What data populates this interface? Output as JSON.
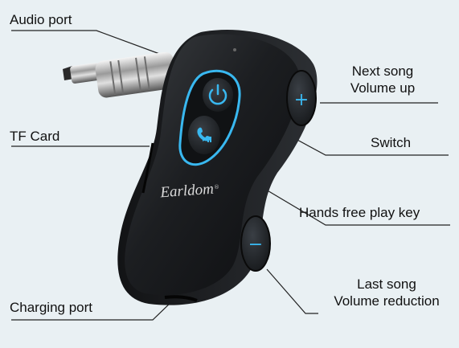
{
  "brand": {
    "logo_text": "Earldom",
    "accent_color": "#39b8f0",
    "body_color": "#1a1c1f"
  },
  "labels": {
    "audio_port": "Audio port",
    "tf_card": "TF Card",
    "charging_port": "Charging port",
    "next_song": "Next song",
    "volume_up": "Volume up",
    "switch": "Switch",
    "hands_free": "Hands free play key",
    "last_song": "Last song",
    "volume_reduction": "Volume reduction"
  },
  "buttons": {
    "plus_symbol": "+",
    "minus_symbol": "−"
  },
  "icons": [
    "power-icon",
    "phone-play-pause-icon",
    "plus-icon",
    "minus-icon"
  ]
}
